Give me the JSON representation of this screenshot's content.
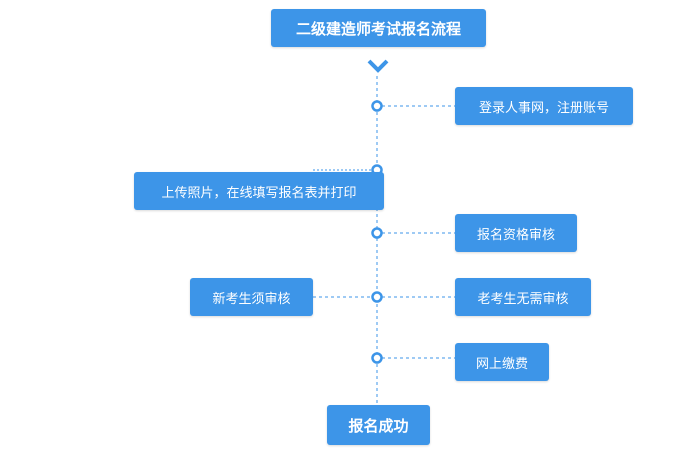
{
  "title": "二级建造师考试报名流程",
  "steps": {
    "register": "登录人事网，注册账号",
    "upload": "上传照片，在线填写报名表并打印",
    "review": "报名资格审核",
    "new_candidate": "新考生须审核",
    "old_candidate": "老考生无需审核",
    "payment": "网上缴费",
    "success": "报名成功"
  },
  "colors": {
    "box": "#3d95e8",
    "line": "#3d95e8",
    "node_fill": "#ffffff"
  }
}
